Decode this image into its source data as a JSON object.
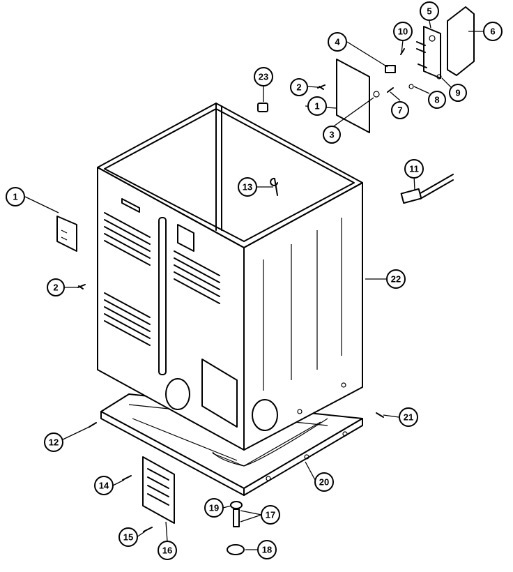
{
  "callouts": [
    {
      "id": "c1a",
      "label": "1"
    },
    {
      "id": "c1b",
      "label": "1"
    },
    {
      "id": "c2a",
      "label": "2"
    },
    {
      "id": "c2b",
      "label": "2"
    },
    {
      "id": "c3",
      "label": "3"
    },
    {
      "id": "c4",
      "label": "4"
    },
    {
      "id": "c5",
      "label": "5"
    },
    {
      "id": "c6",
      "label": "6"
    },
    {
      "id": "c7",
      "label": "7"
    },
    {
      "id": "c8",
      "label": "8"
    },
    {
      "id": "c9",
      "label": "9"
    },
    {
      "id": "c10",
      "label": "10"
    },
    {
      "id": "c11",
      "label": "11"
    },
    {
      "id": "c12",
      "label": "12"
    },
    {
      "id": "c13",
      "label": "13"
    },
    {
      "id": "c14",
      "label": "14"
    },
    {
      "id": "c15",
      "label": "15"
    },
    {
      "id": "c16",
      "label": "16"
    },
    {
      "id": "c17",
      "label": "17"
    },
    {
      "id": "c18",
      "label": "18"
    },
    {
      "id": "c19",
      "label": "19"
    },
    {
      "id": "c20",
      "label": "20"
    },
    {
      "id": "c21",
      "label": "21"
    },
    {
      "id": "c22",
      "label": "22"
    },
    {
      "id": "c23",
      "label": "23"
    }
  ]
}
